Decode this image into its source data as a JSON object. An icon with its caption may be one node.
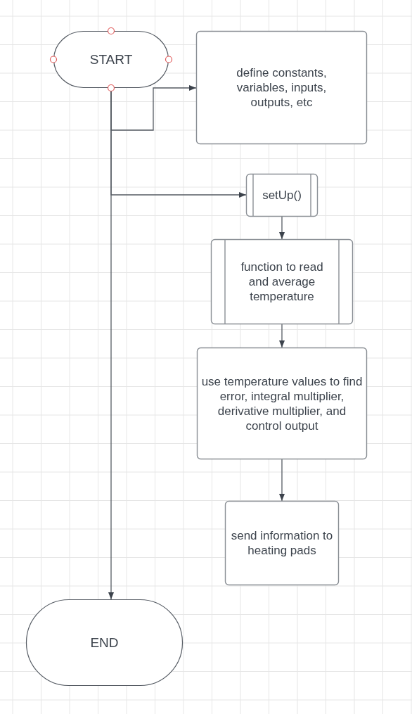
{
  "diagram": {
    "nodes": [
      {
        "text": [
          "START"
        ]
      },
      {
        "text": [
          "define constants, variables, inputs, outputs, etc"
        ]
      },
      {
        "text": [
          "setUp()"
        ]
      },
      {
        "text": [
          "function to read and average temperature"
        ]
      },
      {
        "text": [
          "use temperature values to find error, integral multiplier, derivative multiplier, and control output"
        ]
      },
      {
        "text": [
          "send information to heating pads"
        ]
      },
      {
        "text": [
          "END"
        ]
      }
    ],
    "edges": [
      {
        "from": 0,
        "to": 1,
        "arrow": "to"
      },
      {
        "from": 0,
        "to": 2,
        "arrow": "to"
      },
      {
        "from": 0,
        "to": 6,
        "arrow": "to"
      },
      {
        "from": 2,
        "to": 3,
        "arrow": "to"
      },
      {
        "from": 3,
        "to": 4,
        "arrow": "to"
      },
      {
        "from": 4,
        "to": 5,
        "arrow": "to"
      }
    ]
  }
}
